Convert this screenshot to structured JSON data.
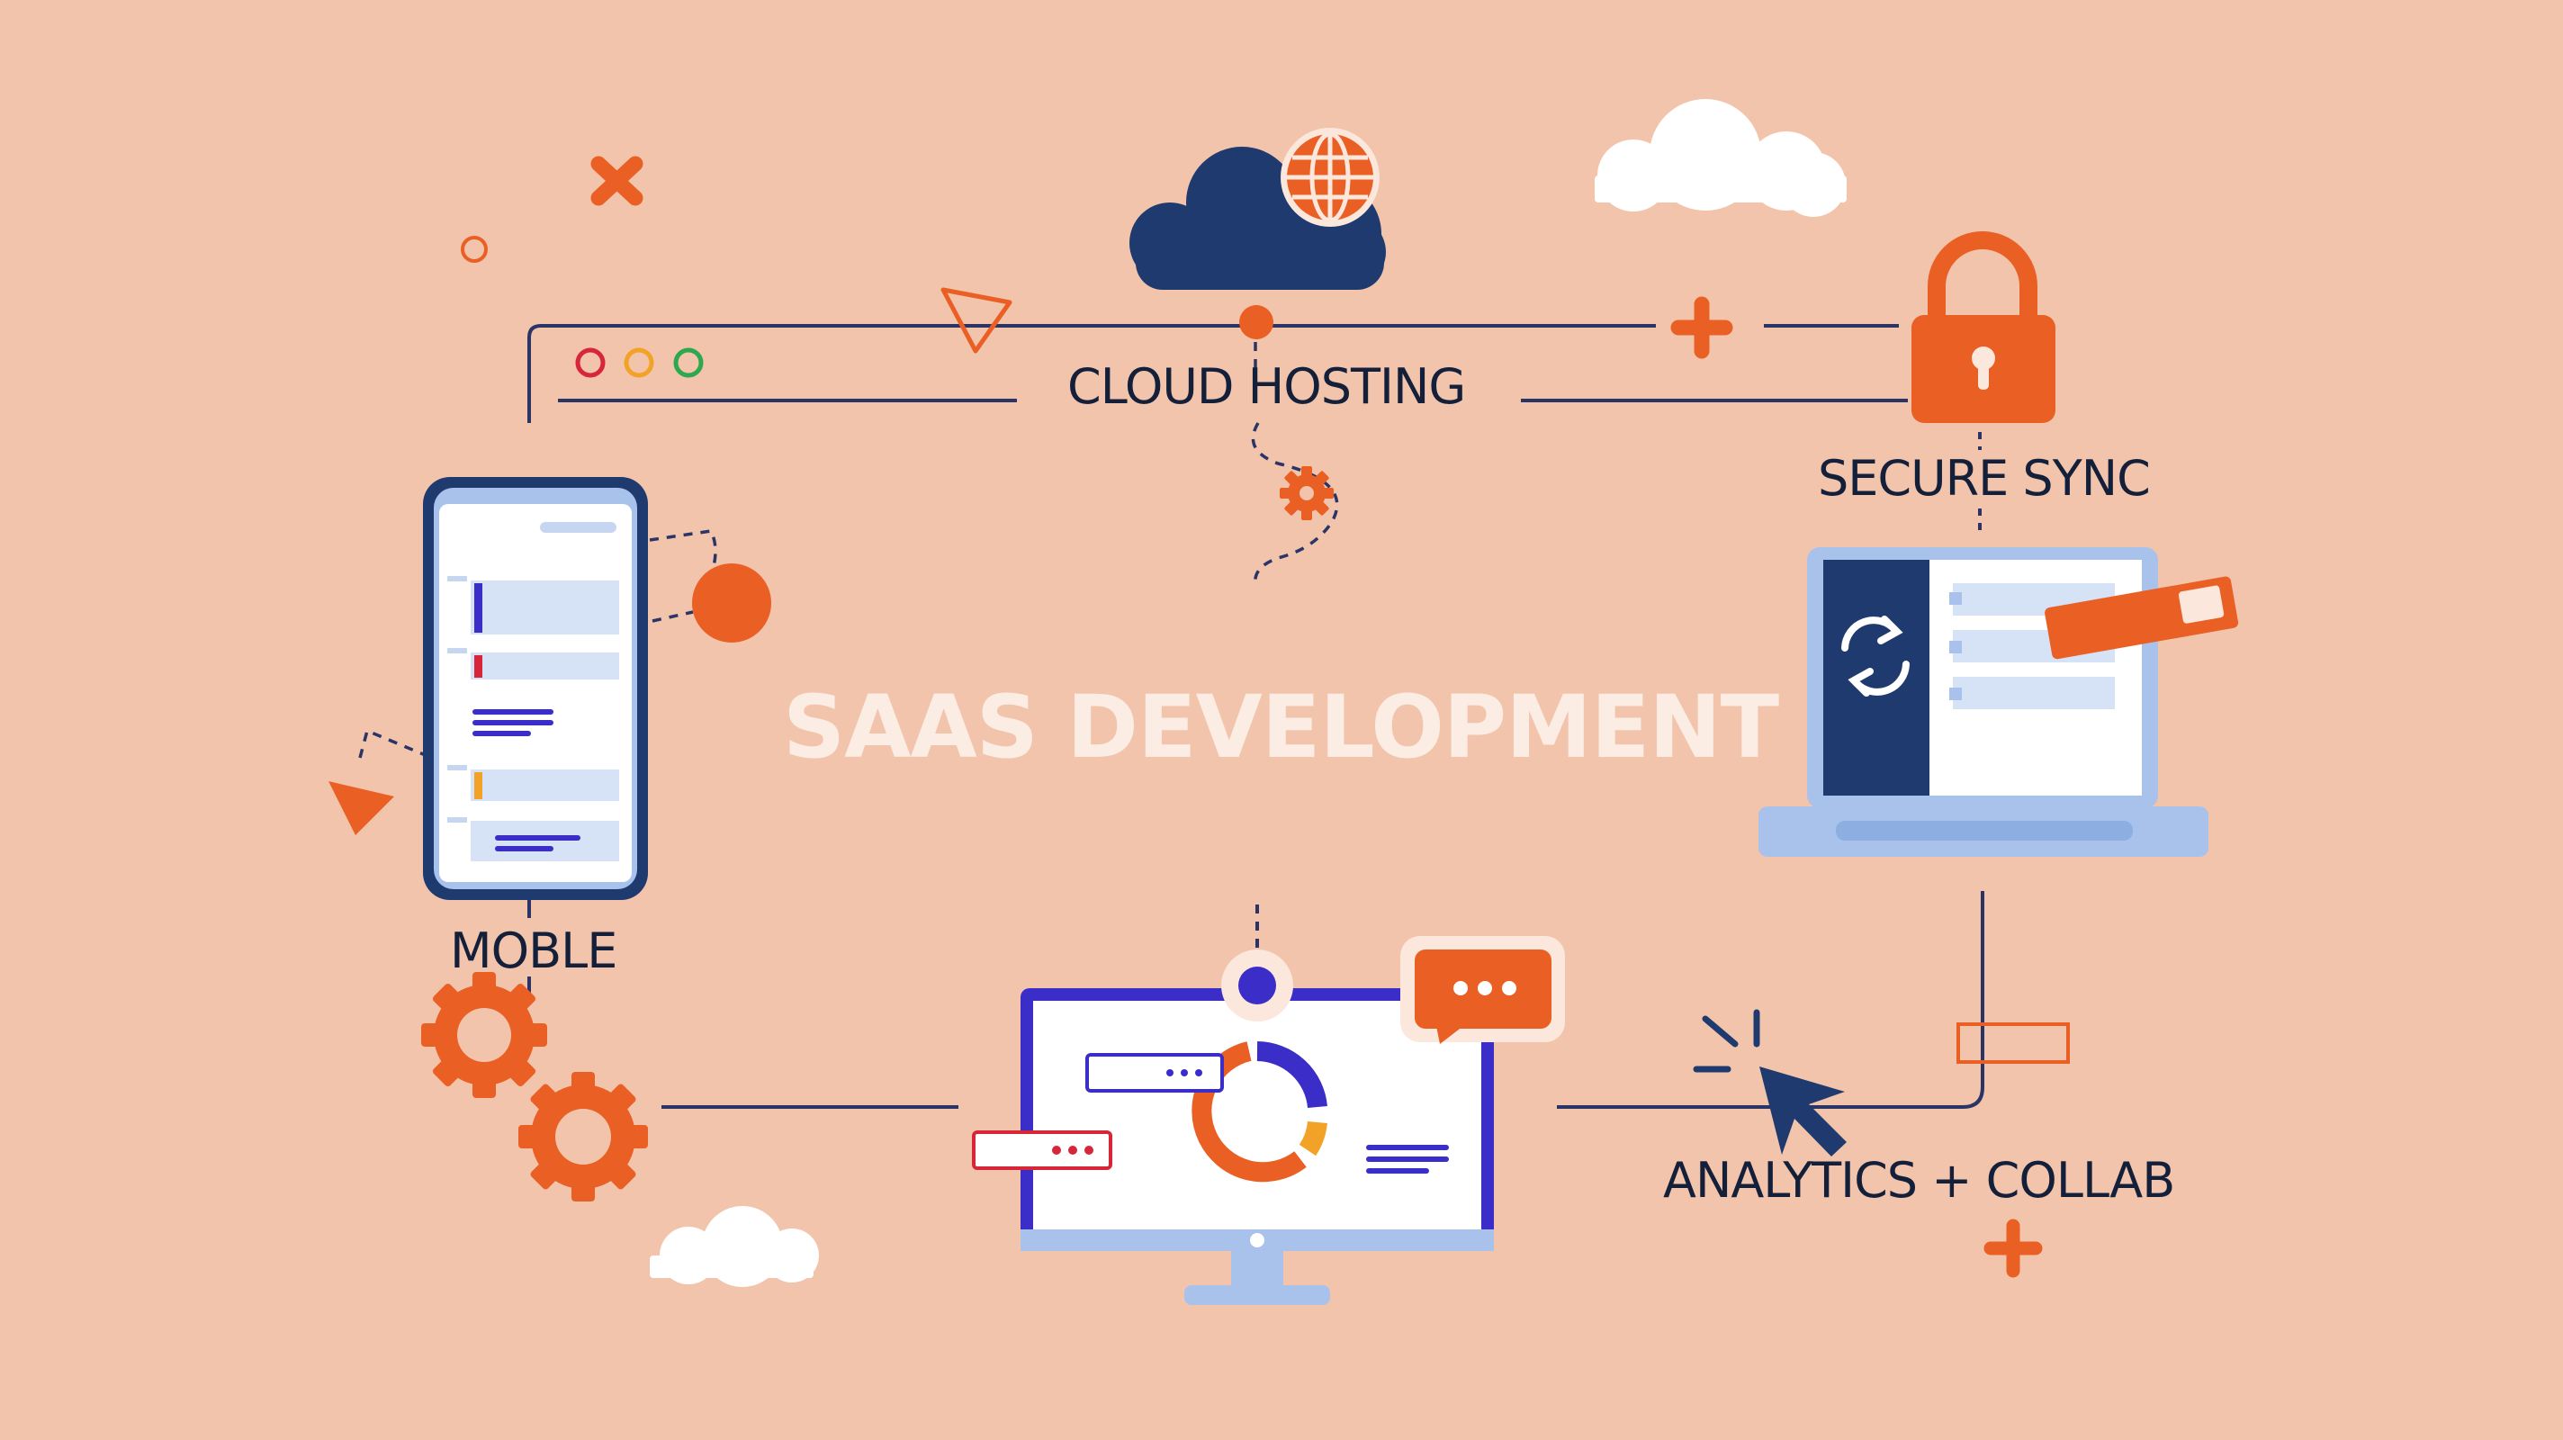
{
  "title": "SAAS DEVELOPMENT",
  "labels": {
    "cloud_hosting": "CLOUD HOSTING",
    "secure_sync": "SECURE SYNC",
    "mobile": "MOBLE",
    "analytics": "ANALYTICS + COLLAB"
  },
  "colors": {
    "background": "#F2C4AC",
    "accent_orange": "#EA5F24",
    "navy": "#1E3A6E",
    "light_blue": "#A9C2EC",
    "indigo": "#3A2DC8",
    "white": "#FFFFFF"
  },
  "icons": [
    "cloud-icon",
    "globe-icon",
    "padlock-icon",
    "laptop-icon",
    "sync-icon",
    "smartphone-icon",
    "gear-icon",
    "monitor-icon",
    "donut-chart-icon",
    "chat-bubble-icon",
    "cursor-icon",
    "plus-icon",
    "close-icon"
  ]
}
